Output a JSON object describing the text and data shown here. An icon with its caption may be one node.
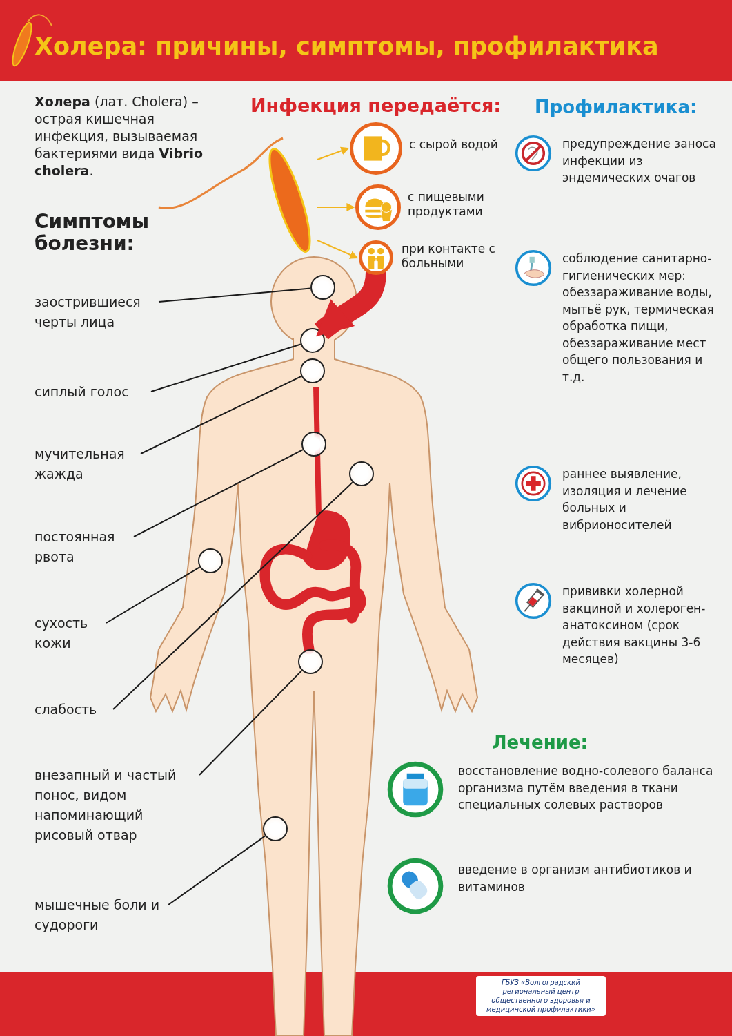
{
  "diagram": {
    "title": "Холера: причины, симптомы, профилактика",
    "nodes": [
      {
        "text": [],
        "shape": "picture"
      },
      {
        "text": [],
        "shape": "picture",
        "beside": [
          "с сырой водой"
        ]
      },
      {
        "text": [],
        "shape": "picture",
        "beside": [
          "с пищевыми продуктами"
        ]
      },
      {
        "text": [],
        "shape": "picture",
        "beside": [
          "при контакте с больными"
        ]
      },
      {
        "text": [],
        "shape": "person"
      },
      {
        "text": [],
        "shape": "circle",
        "in": 4
      },
      {
        "text": [],
        "shape": "circle",
        "in": 4
      },
      {
        "text": [],
        "shape": "circle",
        "in": 4
      },
      {
        "text": [],
        "shape": "circle",
        "in": 4
      },
      {
        "text": [],
        "shape": "circle",
        "in": 4
      },
      {
        "text": [],
        "shape": "circle",
        "in": 4
      },
      {
        "text": [],
        "shape": "circle",
        "in": 4
      },
      {
        "text": [],
        "shape": "circle",
        "in": 4
      },
      {
        "text": [
          "заострившиеся черты лица"
        ]
      },
      {
        "text": [
          "сиплый голос"
        ]
      },
      {
        "text": [
          "мучительная жажда"
        ]
      },
      {
        "text": [
          "постоянная рвота"
        ]
      },
      {
        "text": [
          "сухость кожи"
        ]
      },
      {
        "text": [
          "слабость"
        ]
      },
      {
        "text": [
          "внезапный и частый понос, видом напоминающий рисовый отвар"
        ]
      },
      {
        "text": [
          "мышечные боли и судороги"
        ]
      }
    ],
    "edges": [
      {
        "from": 0,
        "to": 1,
        "arrow": "to",
        "color": "#f2b51e"
      },
      {
        "from": 0,
        "to": 2,
        "arrow": "to",
        "color": "#f2b51e"
      },
      {
        "from": 0,
        "to": 3,
        "arrow": "to",
        "color": "#f2b51e"
      },
      {
        "from": 3,
        "to": 6,
        "arrow": "to",
        "style": "thick",
        "color": "#d9262b"
      },
      {
        "from": 13,
        "to": 5,
        "arrow": "none"
      },
      {
        "from": 14,
        "to": 6,
        "arrow": "none"
      },
      {
        "from": 15,
        "to": 7,
        "arrow": "none"
      },
      {
        "from": 16,
        "to": 8,
        "arrow": "none"
      },
      {
        "from": 17,
        "to": 10,
        "arrow": "none"
      },
      {
        "from": 18,
        "to": 9,
        "arrow": "none"
      },
      {
        "from": 19,
        "to": 11,
        "arrow": "none"
      },
      {
        "from": 20,
        "to": 12,
        "arrow": "none"
      }
    ],
    "labels": [
      "**Холера** (лат. Cholera) – острая кишечная инфекция, вызываемая бактериями вида **Vibrio cholera**.",
      "Инфекция передаётся:",
      "Профилактика:",
      "Симптомы болезни:",
      "предупреждение заноса инфекции из эндемических очагов",
      "соблюдение санитарно-гигиенических мер: обеззараживание воды, мытьё рук, термическая обработка пищи, обеззараживание мест общего пользования и т.д.",
      "раннее выявление, изоляция и лечение больных и вибрионосителей",
      "прививки холерной вакциной и холероген-анатоксином (срок действия вакцины 3-6 месяцев)",
      "Лечение:",
      "восстановление водно-солевого баланса организма путём введения в ткани специальных солевых растворов",
      "введение в организм антибиотиков и витаминов",
      "ГБУЗ «Волгоградский региональный центр общественного здоровья и медицинской профилактики»"
    ]
  }
}
